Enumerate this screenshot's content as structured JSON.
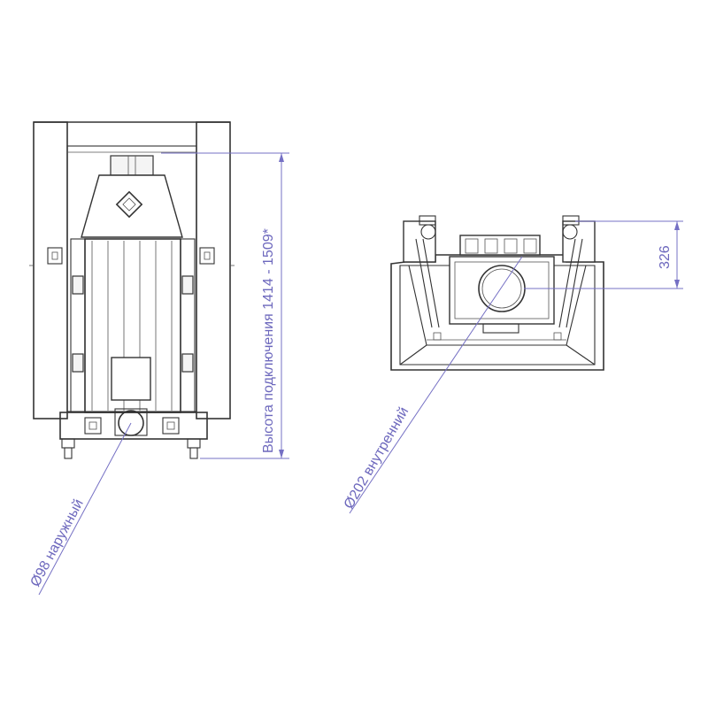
{
  "dimensions": {
    "connection_height": "Высота подключения 1414 - 1509*",
    "outer_diameter": "Ø98 наружный",
    "inner_diameter": "Ø202 внутренний",
    "height_326": "326"
  },
  "colors": {
    "dimension_line": "#7570c4",
    "drawing_line": "#333333"
  }
}
